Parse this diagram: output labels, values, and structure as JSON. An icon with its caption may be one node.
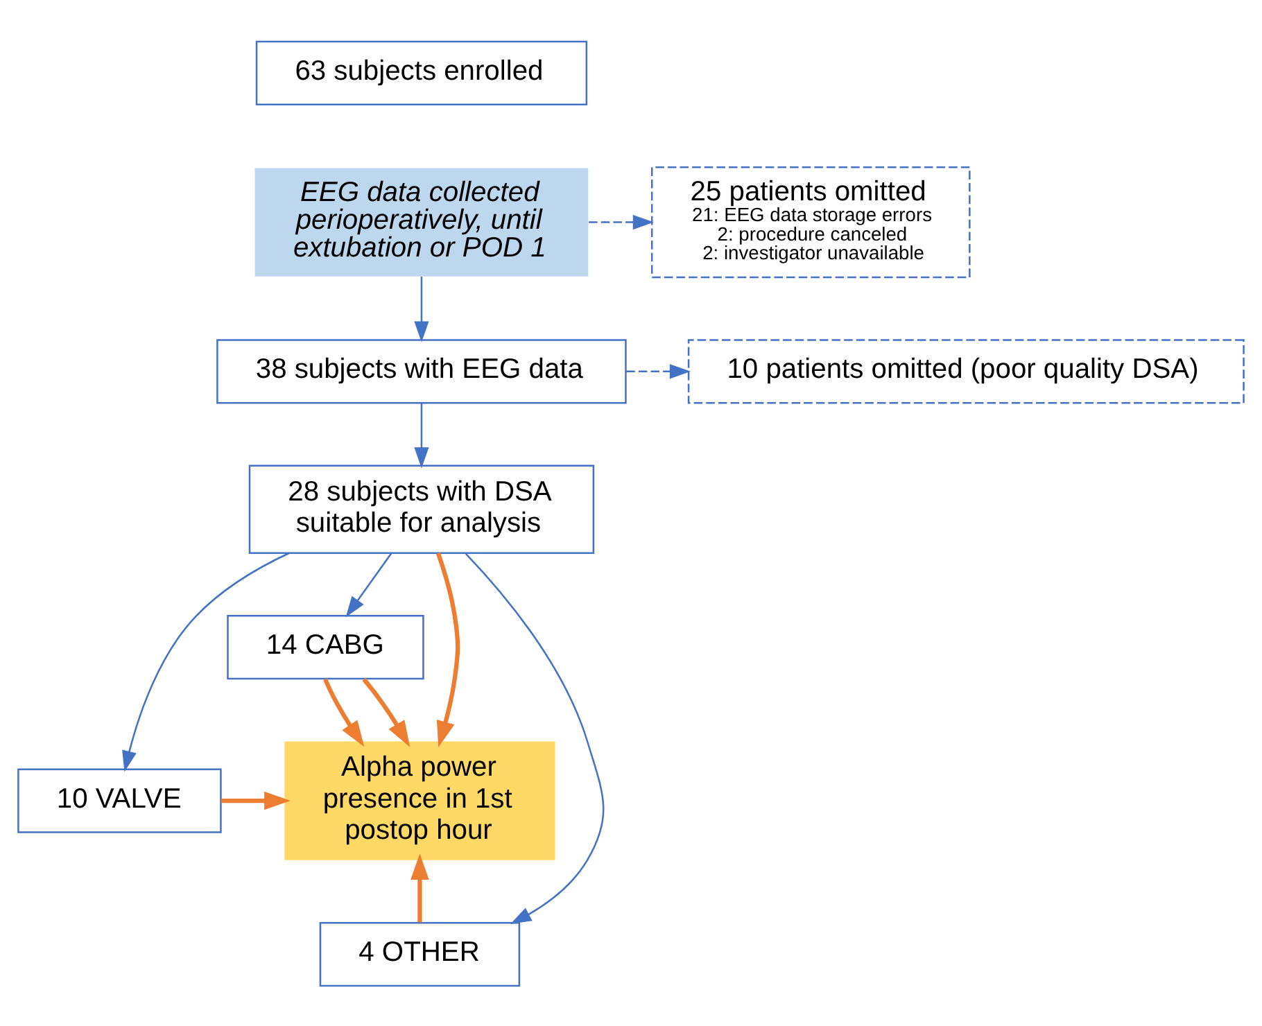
{
  "diagram": {
    "nodes": [
      {
        "text": [
          "63 subjects enrolled"
        ]
      },
      {
        "text": [
          "EEG data collected perioperatively, until extubation or POD 1"
        ]
      },
      {
        "text": [
          "25 patients omitted",
          "21: EEG data storage errors",
          "2: procedure canceled",
          "2: investigator unavailable"
        ]
      },
      {
        "text": [
          "38 subjects with EEG data"
        ]
      },
      {
        "text": [
          "10 patients omitted (poor quality DSA)"
        ]
      },
      {
        "text": [
          "28 subjects with DSA suitable for analysis"
        ]
      },
      {
        "text": [
          "14 CABG"
        ]
      },
      {
        "text": [
          "10 VALVE"
        ]
      },
      {
        "text": [
          "4 OTHER"
        ]
      },
      {
        "text": [
          "Alpha power presence in 1st postop hour"
        ]
      }
    ],
    "edges": [
      {
        "from": 1,
        "to": 3,
        "arrow": "to"
      },
      {
        "from": 1,
        "to": 2,
        "arrow": "to",
        "style": "dashed"
      },
      {
        "from": 3,
        "to": 5,
        "arrow": "to"
      },
      {
        "from": 3,
        "to": 4,
        "arrow": "to",
        "style": "dashed"
      },
      {
        "from": 5,
        "to": 6,
        "arrow": "to"
      },
      {
        "from": 5,
        "to": 7,
        "arrow": "to"
      },
      {
        "from": 5,
        "to": 8,
        "arrow": "to"
      },
      {
        "from": 5,
        "to": 9,
        "arrow": "to",
        "style": "thick",
        "color": "#ed7d31"
      },
      {
        "from": 6,
        "to": 9,
        "arrow": "to",
        "style": "thick",
        "color": "#ed7d31"
      },
      {
        "from": 6,
        "to": 9,
        "arrow": "to",
        "style": "thick",
        "color": "#ed7d31"
      },
      {
        "from": 7,
        "to": 9,
        "arrow": "to",
        "style": "thick",
        "color": "#ed7d31"
      },
      {
        "from": 8,
        "to": 9,
        "arrow": "to",
        "style": "thick",
        "color": "#ed7d31"
      }
    ]
  }
}
